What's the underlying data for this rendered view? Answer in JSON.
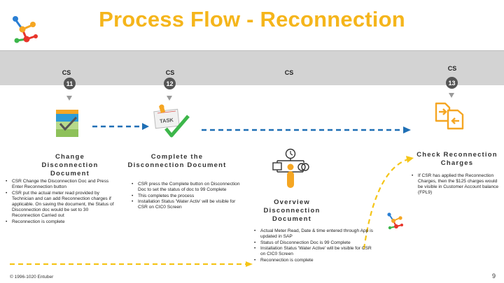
{
  "slide": {
    "title": "Process Flow - Reconnection",
    "footer": "© 1996-1020 Entuber",
    "page_number": "9"
  },
  "swimlane": {
    "label": "CS"
  },
  "steps": [
    {
      "lane": "CS",
      "number": "11",
      "icon": "document-checklist-icon",
      "heading_lines": [
        "Change",
        "Disconnection",
        "Document"
      ],
      "bullets": [
        "CSR Change the Disconnection Doc and Press Enter Reconnection button",
        "CSR put the actual meter read provided by Technician and can add Reconnection charges if applicable. On saving the document, the Status of Disconnection doc would be set to 30 Reconnection Carried out",
        "Reconnection is complete"
      ]
    },
    {
      "lane": "CS",
      "number": "12",
      "icon": "task-checkmark-icon",
      "icon_text": "TASK",
      "heading_lines": [
        "Complete the",
        "Disconnection Document"
      ],
      "bullets": [
        "CSR press the Complete button on Disconnection Doc to set the status of doc to 99 Complete",
        "This completes the process",
        "Installation Status 'Water Activ' will be visible for CSR on CIC0 Screen"
      ]
    },
    {
      "lane": "CS",
      "number": "",
      "icon": "workflow-overview-icon",
      "heading_lines": [
        "Overview",
        "Disconnection",
        "Document"
      ],
      "bullets": [
        "Actual Meter Read, Date & time entered through App is updated in SAP",
        "Status of Disconnection Doc is 99 Complete",
        "Installation Status 'Water Active' will be visible for CSR on CIC0 Screen",
        "Reconnection is complete"
      ]
    },
    {
      "lane": "CS",
      "number": "13",
      "icon": "transfer-documents-icon",
      "heading_lines": [
        "Check Reconnection",
        "Charges"
      ],
      "bullets": [
        "If CSR has applied the Reconnection Charges, then the $125 charges would be visible in Customer Account balance (FPL9)"
      ]
    }
  ],
  "colors": {
    "title": "#f5b51b",
    "band": "#d3d3d3",
    "flow_arrow": "#1f6fb5",
    "info_arrow": "#f5c518",
    "badge": "#555555",
    "icon_orange": "#f5a623",
    "check_green": "#3cb64a"
  }
}
